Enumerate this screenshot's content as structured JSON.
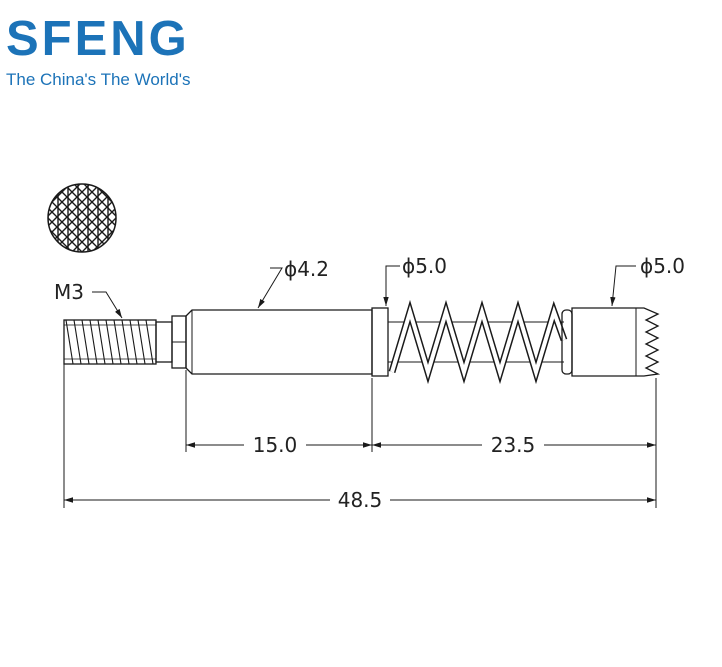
{
  "logo": {
    "wordmark": "SFENG",
    "tagline": "The China's  The World's"
  },
  "drawing": {
    "thread_label": "M3",
    "diameter_barrel": "ϕ4.2",
    "diameter_collar": "ϕ5.0",
    "diameter_tip": "ϕ5.0",
    "dim_barrel_length": "15.0",
    "dim_spring_tip_length": "23.5",
    "dim_overall_length": "48.5"
  },
  "colors": {
    "brand": "#1c73b8",
    "line": "#1a1a1a"
  }
}
